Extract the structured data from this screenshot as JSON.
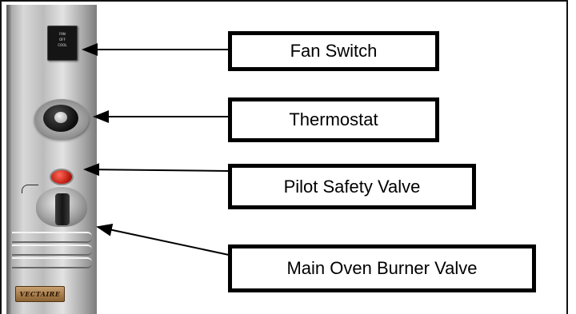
{
  "labels": {
    "fan_switch": "Fan Switch",
    "thermostat": "Thermostat",
    "pilot_safety_valve": "Pilot Safety Valve",
    "main_oven_burner_valve": "Main Oven Burner Valve"
  },
  "panel": {
    "fan_switch_text": [
      "FAN",
      "OFF",
      "COOL"
    ],
    "brand": "VECTAIRE",
    "pilot_button_color": "#d9261c"
  },
  "colors": {
    "label_border": "#000000",
    "arrow": "#000000"
  }
}
